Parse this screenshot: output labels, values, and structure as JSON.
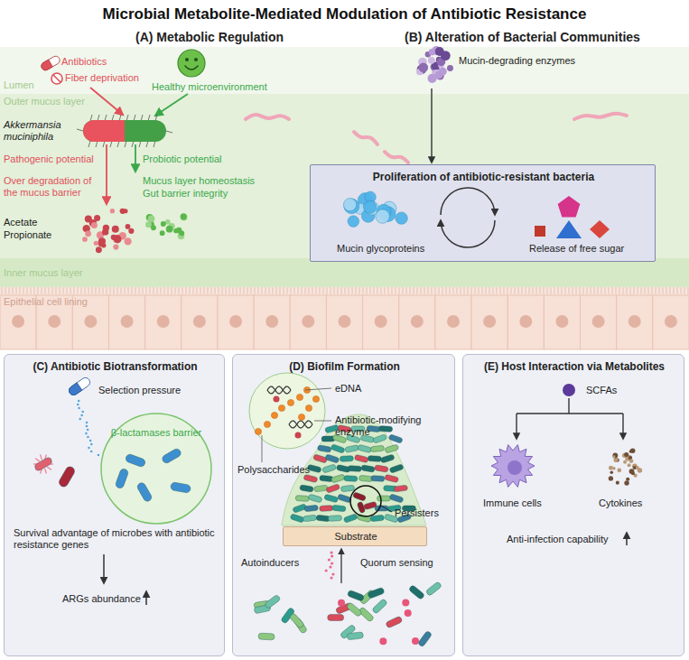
{
  "diagram": {
    "title": "Microbial Metabolite-Mediated Modulation of Antibiotic Resistance",
    "nodes": [
      {
        "text": [
          "Proliferation of antibiotic-resistant bacteria",
          "Mucin glycoproteins",
          "Release of free sugar"
        ]
      },
      {
        "text": [
          "(C) Antibiotic Biotransformation",
          "Selection pressure",
          "Survival advantage of microbes with antibiotic resistance genes",
          "ARGs abundance"
        ]
      },
      {
        "text": [
          "β-lactamases barrier"
        ],
        "in": 1
      },
      {
        "text": [
          "(D) Biofilm Formation",
          "eDNA",
          "Antibiotic-modifying enzyme",
          "Polysaccharides",
          "Persisters",
          "Autoinducers",
          "Quorum sensing"
        ]
      },
      {
        "text": [
          "Substrate"
        ],
        "in": 3
      },
      {
        "text": [
          "(E) Host Interaction via Metabolites",
          "SCFAs",
          "Immune cells",
          "Cytokines",
          "Anti-infection capability"
        ]
      }
    ],
    "labels": [
      "(A) Metabolic Regulation",
      "(B) Alteration of Bacterial Communities",
      "Lumen",
      "Antibiotics",
      "Fiber deprivation",
      "Healthy microenvironment",
      "Outer mucus layer",
      "Akkermansia muciniphila",
      "Pathogenic potential",
      "Probiotic potential",
      "Over degradation of the mucus barrier",
      "Mucus layer homeostasis",
      "Gut barrier integrity",
      "Acetate",
      "Propionate",
      "Mucin-degrading enzymes",
      "Inner mucus layer",
      "Epithelial cell lining"
    ]
  }
}
